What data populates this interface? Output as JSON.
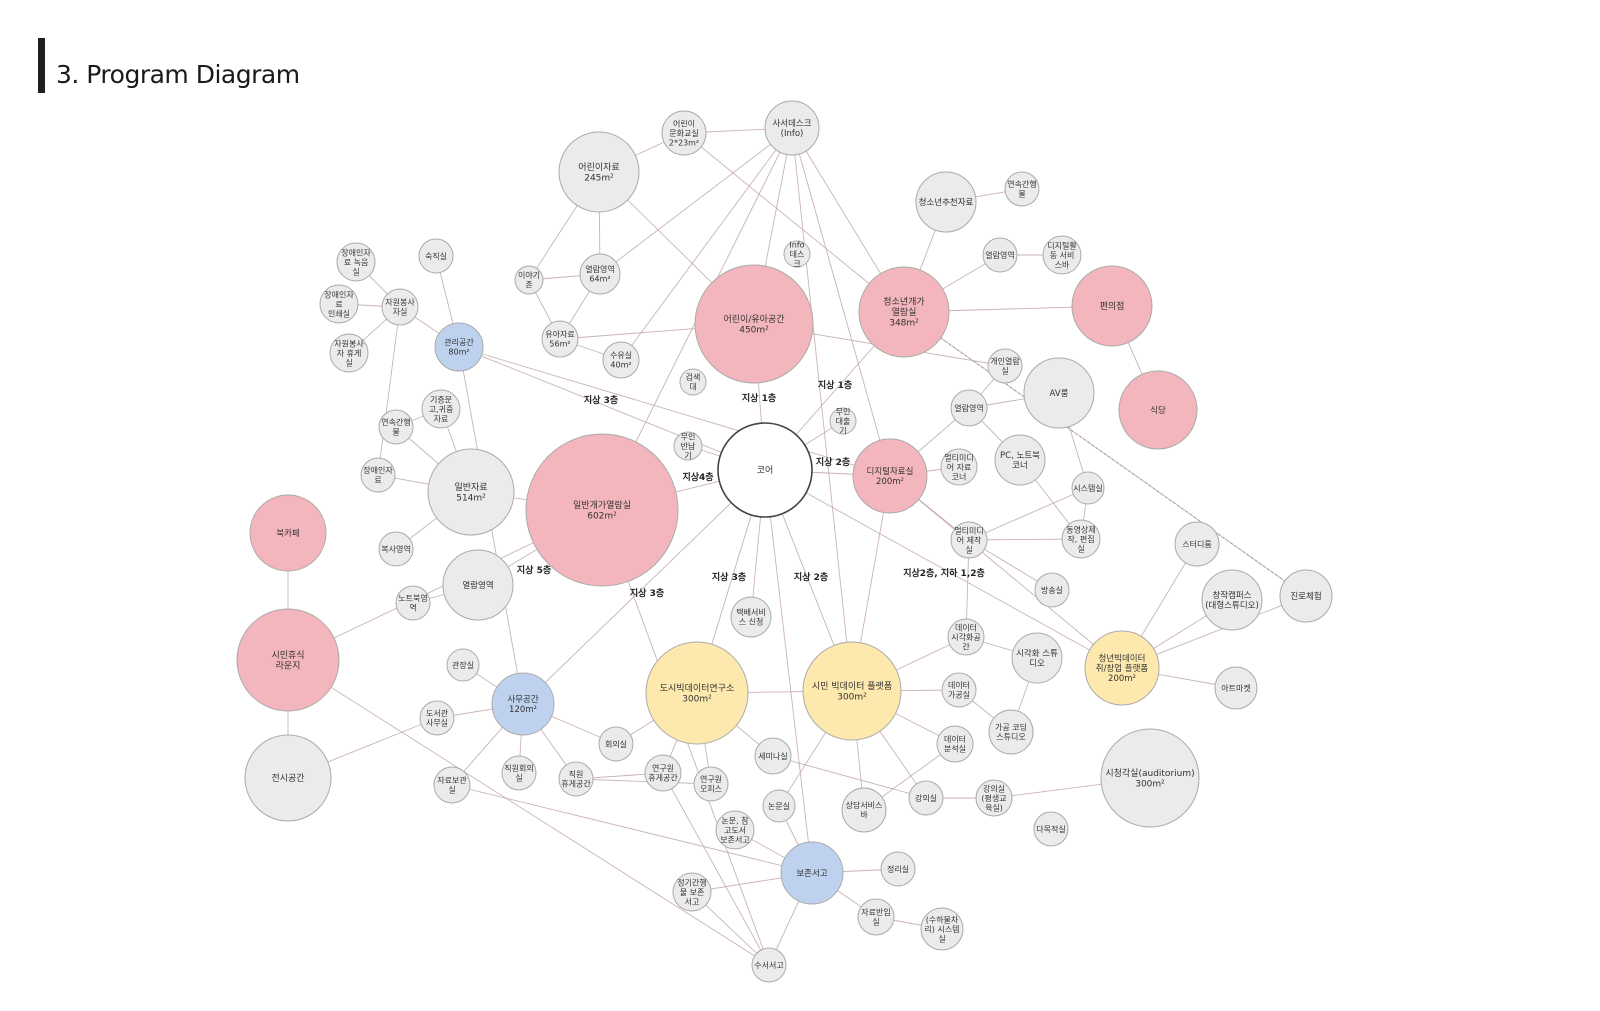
{
  "page": {
    "title": "3. Program Diagram"
  },
  "colors": {
    "red": "#f4b6bd",
    "blue": "#bed2ef",
    "yellow": "#fde8ad",
    "grey": "#ebebeb",
    "stroke": "#aaaaaa",
    "link": "#b89a9d",
    "core_stroke": "#444444"
  },
  "nodes": [
    {
      "id": "core",
      "lines": [
        "코어"
      ],
      "kind": "core"
    },
    {
      "id": "general",
      "lines": [
        "일반개가열람실",
        "602m²"
      ],
      "kind": "red"
    },
    {
      "id": "kids",
      "lines": [
        "어린이/유아공간",
        "450m²"
      ],
      "kind": "red"
    },
    {
      "id": "youth",
      "lines": [
        "청소년개가",
        "열람실",
        "348m²"
      ],
      "kind": "red"
    },
    {
      "id": "digital",
      "lines": [
        "디지털자료실",
        "200m²"
      ],
      "kind": "red"
    },
    {
      "id": "conv",
      "lines": [
        "편의점"
      ],
      "kind": "red"
    },
    {
      "id": "cafeteria",
      "lines": [
        "식당"
      ],
      "kind": "red"
    },
    {
      "id": "bookcafe",
      "lines": [
        "북카페"
      ],
      "kind": "red"
    },
    {
      "id": "lounge",
      "lines": [
        "시민휴식",
        "라운지"
      ],
      "kind": "red"
    },
    {
      "id": "exhibit",
      "lines": [
        "전시공간"
      ],
      "kind": "grey"
    },
    {
      "id": "mgmt",
      "lines": [
        "관리공간",
        "80m²"
      ],
      "kind": "blue"
    },
    {
      "id": "office",
      "lines": [
        "사무공간",
        "120m²"
      ],
      "kind": "blue"
    },
    {
      "id": "archive",
      "lines": [
        "보존서고"
      ],
      "kind": "blue"
    },
    {
      "id": "urban",
      "lines": [
        "도시빅데이터연구소",
        "300m²"
      ],
      "kind": "yellow"
    },
    {
      "id": "citizen",
      "lines": [
        "시민 빅데이터 플랫폼",
        "300m²"
      ],
      "kind": "yellow"
    },
    {
      "id": "startup",
      "lines": [
        "청년빅데이터",
        "취/창업 플랫폼",
        "200m²"
      ],
      "kind": "yellow"
    },
    {
      "id": "kidsdata",
      "lines": [
        "어린이자료",
        "245m²"
      ],
      "kind": "grey"
    },
    {
      "id": "kidsclass",
      "lines": [
        "어린이",
        "문화교실",
        "2*23m²"
      ],
      "kind": "grey"
    },
    {
      "id": "infodesk",
      "lines": [
        "사서데스크",
        "(Info)"
      ],
      "kind": "grey"
    },
    {
      "id": "teenrec",
      "lines": [
        "청소년추천자료"
      ],
      "kind": "grey"
    },
    {
      "id": "serial1",
      "lines": [
        "연속간행",
        "물"
      ],
      "kind": "grey"
    },
    {
      "id": "reading1",
      "lines": [
        "열람영역"
      ],
      "kind": "grey"
    },
    {
      "id": "digiserv",
      "lines": [
        "디지털활",
        "동 서비",
        "스바"
      ],
      "kind": "grey"
    },
    {
      "id": "infodesk2",
      "lines": [
        "Info",
        "데스",
        "크"
      ],
      "kind": "grey"
    },
    {
      "id": "reading64",
      "lines": [
        "열람영역",
        "64m²"
      ],
      "kind": "grey"
    },
    {
      "id": "story",
      "lines": [
        "이야기",
        "존"
      ],
      "kind": "grey"
    },
    {
      "id": "infant",
      "lines": [
        "유아자료",
        "56m²"
      ],
      "kind": "grey"
    },
    {
      "id": "nursing",
      "lines": [
        "수유실",
        "40m²"
      ],
      "kind": "grey"
    },
    {
      "id": "search",
      "lines": [
        "검색",
        "대"
      ],
      "kind": "grey"
    },
    {
      "id": "selfloan",
      "lines": [
        "무인",
        "대출",
        "기"
      ],
      "kind": "grey"
    },
    {
      "id": "selfreturn",
      "lines": [
        "무인",
        "반납",
        "기"
      ],
      "kind": "grey"
    },
    {
      "id": "personal",
      "lines": [
        "개인열람",
        "실"
      ],
      "kind": "grey"
    },
    {
      "id": "av",
      "lines": [
        "AV룸"
      ],
      "kind": "grey"
    },
    {
      "id": "reading2",
      "lines": [
        "열람영역"
      ],
      "kind": "grey"
    },
    {
      "id": "multires",
      "lines": [
        "멀티미디",
        "어 자료",
        "코너"
      ],
      "kind": "grey"
    },
    {
      "id": "pc",
      "lines": [
        "PC, 노트북",
        "코너"
      ],
      "kind": "grey"
    },
    {
      "id": "system",
      "lines": [
        "시스템실"
      ],
      "kind": "grey"
    },
    {
      "id": "multiprod",
      "lines": [
        "멀티미디",
        "어 제작",
        "실"
      ],
      "kind": "grey"
    },
    {
      "id": "videoedit",
      "lines": [
        "동영상제",
        "작, 편집",
        "실"
      ],
      "kind": "grey"
    },
    {
      "id": "broadcast",
      "lines": [
        "방송실"
      ],
      "kind": "grey"
    },
    {
      "id": "studyroom",
      "lines": [
        "스터디룸"
      ],
      "kind": "grey"
    },
    {
      "id": "campus",
      "lines": [
        "창작캠퍼스",
        "(대형스튜디오)"
      ],
      "kind": "grey"
    },
    {
      "id": "experience",
      "lines": [
        "진로체험"
      ],
      "kind": "grey"
    },
    {
      "id": "artmarket",
      "lines": [
        "아트마켓"
      ],
      "kind": "grey"
    },
    {
      "id": "dataviz",
      "lines": [
        "데이터",
        "시각화공",
        "간"
      ],
      "kind": "grey"
    },
    {
      "id": "vizstudio",
      "lines": [
        "시각화 스튜",
        "디오"
      ],
      "kind": "grey"
    },
    {
      "id": "dataproc",
      "lines": [
        "데이터",
        "가공실"
      ],
      "kind": "grey"
    },
    {
      "id": "coding",
      "lines": [
        "가공 코딩",
        "스튜디오"
      ],
      "kind": "grey"
    },
    {
      "id": "analysis",
      "lines": [
        "데이터",
        "분석실"
      ],
      "kind": "grey"
    },
    {
      "id": "lecture",
      "lines": [
        "강의실"
      ],
      "kind": "grey"
    },
    {
      "id": "lifelong",
      "lines": [
        "강의실",
        "(평생교",
        "육실)"
      ],
      "kind": "grey"
    },
    {
      "id": "auditorium",
      "lines": [
        "시청각실(auditorium)",
        "300m²"
      ],
      "kind": "grey"
    },
    {
      "id": "multipurpose",
      "lines": [
        "다목적실"
      ],
      "kind": "grey"
    },
    {
      "id": "consult",
      "lines": [
        "상담서비스",
        "바"
      ],
      "kind": "grey"
    },
    {
      "id": "seminar",
      "lines": [
        "세미나실"
      ],
      "kind": "grey"
    },
    {
      "id": "delivery",
      "lines": [
        "택배서비",
        "스 신청"
      ],
      "kind": "grey"
    },
    {
      "id": "discussion",
      "lines": [
        "논문실"
      ],
      "kind": "grey"
    },
    {
      "id": "thesis",
      "lines": [
        "논문, 참",
        "고도서",
        "보존서고"
      ],
      "kind": "grey"
    },
    {
      "id": "sorting",
      "lines": [
        "정리실"
      ],
      "kind": "grey"
    },
    {
      "id": "returns",
      "lines": [
        "자료반입",
        "실"
      ],
      "kind": "grey"
    },
    {
      "id": "convey",
      "lines": [
        "(수하물차",
        "리) 시스템",
        "실"
      ],
      "kind": "grey"
    },
    {
      "id": "periodical",
      "lines": [
        "정기간행",
        "물 보존",
        "서고"
      ],
      "kind": "grey"
    },
    {
      "id": "repair",
      "lines": [
        "수서서고"
      ],
      "kind": "grey"
    },
    {
      "id": "research_rest",
      "lines": [
        "연구원",
        "휴게공간"
      ],
      "kind": "grey"
    },
    {
      "id": "research_office",
      "lines": [
        "연구원",
        "오피스"
      ],
      "kind": "grey"
    },
    {
      "id": "meeting",
      "lines": [
        "회의실"
      ],
      "kind": "grey"
    },
    {
      "id": "staffmeet",
      "lines": [
        "직원회의",
        "실"
      ],
      "kind": "grey"
    },
    {
      "id": "staffrest",
      "lines": [
        "직원",
        "휴게공간"
      ],
      "kind": "grey"
    },
    {
      "id": "director",
      "lines": [
        "관장실"
      ],
      "kind": "grey"
    },
    {
      "id": "libraryoffice",
      "lines": [
        "도서관",
        "사무실"
      ],
      "kind": "grey"
    },
    {
      "id": "datastorage",
      "lines": [
        "자료보관",
        "실"
      ],
      "kind": "grey"
    },
    {
      "id": "duty",
      "lines": [
        "숙직실"
      ],
      "kind": "grey"
    },
    {
      "id": "volunteer",
      "lines": [
        "자원봉사",
        "자실"
      ],
      "kind": "grey"
    },
    {
      "id": "dis_rec",
      "lines": [
        "장애인자",
        "료 녹음",
        "실"
      ],
      "kind": "grey"
    },
    {
      "id": "dis_print",
      "lines": [
        "장애인자",
        "료",
        "인쇄실"
      ],
      "kind": "grey"
    },
    {
      "id": "vol_rest",
      "lines": [
        "자원봉사",
        "자 휴게",
        "실"
      ],
      "kind": "grey"
    },
    {
      "id": "gift",
      "lines": [
        "기증문",
        "고,귀중",
        "자료"
      ],
      "kind": "grey"
    },
    {
      "id": "serial2",
      "lines": [
        "연속간행",
        "물"
      ],
      "kind": "grey"
    },
    {
      "id": "disabled",
      "lines": [
        "장애인자",
        "료"
      ],
      "kind": "grey"
    },
    {
      "id": "genmaterial",
      "lines": [
        "일반자료",
        "514m²"
      ],
      "kind": "grey"
    },
    {
      "id": "copy",
      "lines": [
        "복사영역"
      ],
      "kind": "grey"
    },
    {
      "id": "reading3",
      "lines": [
        "열람영역"
      ],
      "kind": "grey"
    },
    {
      "id": "laptop",
      "lines": [
        "노트북영",
        "역"
      ],
      "kind": "grey"
    }
  ],
  "floor_labels": [
    {
      "id": "f1",
      "text": "지상 3층"
    },
    {
      "id": "f2",
      "text": "지상 1층"
    },
    {
      "id": "f3",
      "text": "지상 1층"
    },
    {
      "id": "f4",
      "text": "지상4층"
    },
    {
      "id": "f5",
      "text": "지상 2층"
    },
    {
      "id": "f6",
      "text": "지상 5층"
    },
    {
      "id": "f7",
      "text": "지상 3층"
    },
    {
      "id": "f8",
      "text": "지상 3층"
    },
    {
      "id": "f9",
      "text": "지상 2층"
    },
    {
      "id": "f10",
      "text": "지상2층, 지하 1,2층"
    }
  ],
  "edges": [
    [
      "core",
      "general"
    ],
    [
      "core",
      "kids"
    ],
    [
      "core",
      "digital"
    ],
    [
      "core",
      "urban"
    ],
    [
      "core",
      "citizen"
    ],
    [
      "core",
      "office"
    ],
    [
      "core",
      "youth"
    ],
    [
      "core",
      "startup"
    ],
    [
      "core",
      "archive"
    ],
    [
      "core",
      "mgmt"
    ],
    [
      "core",
      "selfloan"
    ],
    [
      "core",
      "selfreturn"
    ],
    [
      "core",
      "delivery"
    ],
    [
      "general",
      "genmaterial"
    ],
    [
      "general",
      "reading3"
    ],
    [
      "general",
      "lounge"
    ],
    [
      "general",
      "repair"
    ],
    [
      "general",
      "infodesk"
    ],
    [
      "kids",
      "kidsdata"
    ],
    [
      "kids",
      "infant"
    ],
    [
      "kids",
      "personal"
    ],
    [
      "kids",
      "infodesk"
    ],
    [
      "kidsdata",
      "kidsclass"
    ],
    [
      "kidsdata",
      "reading64"
    ],
    [
      "kidsdata",
      "story"
    ],
    [
      "reading64",
      "infant"
    ],
    [
      "reading64",
      "story"
    ],
    [
      "reading64",
      "infodesk"
    ],
    [
      "infant",
      "nursing"
    ],
    [
      "infant",
      "story"
    ],
    [
      "nursing",
      "infodesk"
    ],
    [
      "kidsclass",
      "infodesk"
    ],
    [
      "kidsclass",
      "youth"
    ],
    [
      "infodesk",
      "digital"
    ],
    [
      "infodesk",
      "youth"
    ],
    [
      "infodesk",
      "citizen"
    ],
    [
      "youth",
      "teenrec"
    ],
    [
      "youth",
      "reading1"
    ],
    [
      "youth",
      "conv"
    ],
    [
      "youth",
      "experience"
    ],
    [
      "teenrec",
      "serial1"
    ],
    [
      "reading1",
      "digiserv"
    ],
    [
      "conv",
      "cafeteria"
    ],
    [
      "digital",
      "reading2"
    ],
    [
      "digital",
      "multires"
    ],
    [
      "digital",
      "multiprod"
    ],
    [
      "digital",
      "citizen"
    ],
    [
      "digital",
      "startup"
    ],
    [
      "reading2",
      "av"
    ],
    [
      "reading2",
      "pc"
    ],
    [
      "reading2",
      "personal"
    ],
    [
      "av",
      "system"
    ],
    [
      "system",
      "videoedit"
    ],
    [
      "system",
      "multiprod"
    ],
    [
      "multiprod",
      "broadcast"
    ],
    [
      "multiprod",
      "videoedit"
    ],
    [
      "multiprod",
      "dataviz"
    ],
    [
      "pc",
      "videoedit"
    ],
    [
      "startup",
      "studyroom"
    ],
    [
      "startup",
      "campus"
    ],
    [
      "startup",
      "experience"
    ],
    [
      "startup",
      "artmarket"
    ],
    [
      "citizen",
      "dataviz"
    ],
    [
      "citizen",
      "dataproc"
    ],
    [
      "citizen",
      "analysis"
    ],
    [
      "citizen",
      "urban"
    ],
    [
      "citizen",
      "consult"
    ],
    [
      "citizen",
      "discussion"
    ],
    [
      "citizen",
      "lecture"
    ],
    [
      "dataviz",
      "vizstudio"
    ],
    [
      "dataproc",
      "coding"
    ],
    [
      "vizstudio",
      "coding"
    ],
    [
      "lecture",
      "lifelong"
    ],
    [
      "lifelong",
      "auditorium"
    ],
    [
      "analysis",
      "consult"
    ],
    [
      "urban",
      "meeting"
    ],
    [
      "urban",
      "research_rest"
    ],
    [
      "urban",
      "research_office"
    ],
    [
      "urban",
      "seminar"
    ],
    [
      "office",
      "director"
    ],
    [
      "office",
      "libraryoffice"
    ],
    [
      "office",
      "staffmeet"
    ],
    [
      "office",
      "staffrest"
    ],
    [
      "office",
      "meeting"
    ],
    [
      "office",
      "datastorage"
    ],
    [
      "office",
      "mgmt"
    ],
    [
      "research_rest",
      "staffrest"
    ],
    [
      "staffrest",
      "research_office"
    ],
    [
      "mgmt",
      "volunteer"
    ],
    [
      "mgmt",
      "duty"
    ],
    [
      "mgmt",
      "digital"
    ],
    [
      "volunteer",
      "dis_rec"
    ],
    [
      "volunteer",
      "dis_print"
    ],
    [
      "volunteer",
      "vol_rest"
    ],
    [
      "volunteer",
      "disabled"
    ],
    [
      "genmaterial",
      "gift"
    ],
    [
      "genmaterial",
      "serial2"
    ],
    [
      "genmaterial",
      "disabled"
    ],
    [
      "genmaterial",
      "copy"
    ],
    [
      "gift",
      "serial2"
    ],
    [
      "reading3",
      "laptop"
    ],
    [
      "bookcafe",
      "lounge"
    ],
    [
      "lounge",
      "exhibit"
    ],
    [
      "lounge",
      "repair"
    ],
    [
      "exhibit",
      "libraryoffice"
    ],
    [
      "archive",
      "thesis"
    ],
    [
      "archive",
      "sorting"
    ],
    [
      "archive",
      "returns"
    ],
    [
      "archive",
      "periodical"
    ],
    [
      "archive",
      "repair"
    ],
    [
      "archive",
      "datastorage"
    ],
    [
      "archive",
      "discussion"
    ],
    [
      "returns",
      "convey"
    ],
    [
      "periodical",
      "repair"
    ],
    [
      "repair",
      "research_rest"
    ],
    [
      "seminar",
      "lecture"
    ]
  ],
  "dotted_edges": [
    [
      "youth",
      "experience"
    ]
  ]
}
